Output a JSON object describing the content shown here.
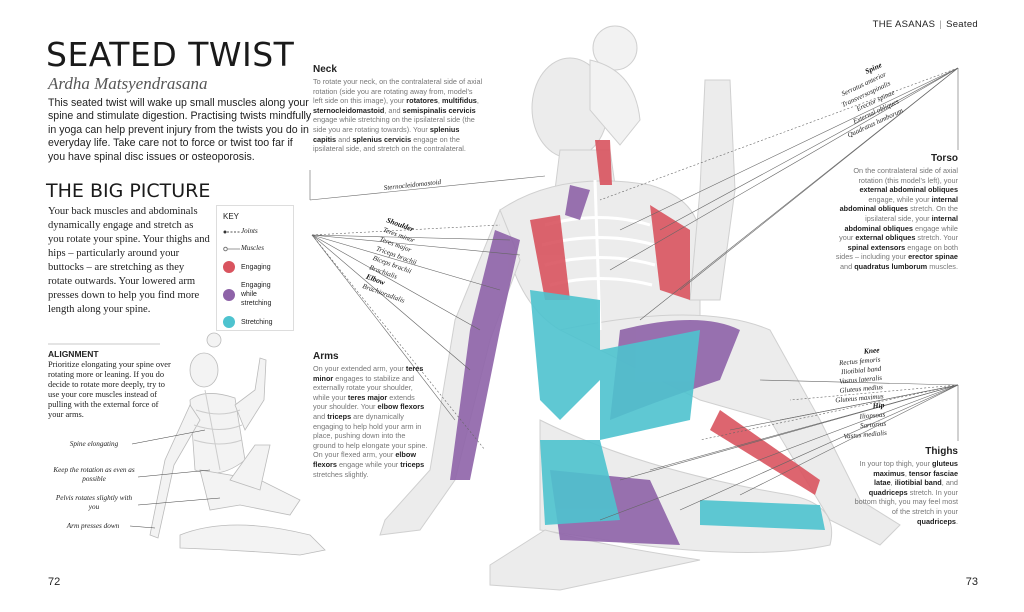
{
  "header": {
    "section": "THE ASANAS",
    "subsection": "Seated"
  },
  "title": "SEATED TWIST",
  "subtitle": "Ardha Matsyendrasana",
  "intro": "This seated twist will wake up small muscles along your spine and stimulate digestion. Practising twists mindfully in yoga can help prevent injury from the twists you do in everyday life. Take care not to force or twist too far if you have spinal disc issues or osteoporosis.",
  "big_picture": {
    "heading": "THE BIG PICTURE",
    "body": "Your back muscles and abdominals dynamically engage and stretch as you rotate your spine. Your thighs and hips – particularly around your buttocks – are stretching as they rotate outwards. Your lowered arm presses down to help you find more length along your spine."
  },
  "key": {
    "title": "KEY",
    "items": [
      {
        "label": "Joints",
        "style": "dashed-dot"
      },
      {
        "label": "Muscles",
        "style": "line-circle"
      },
      {
        "label": "Engaging",
        "color": "#d9545f"
      },
      {
        "label": "Engaging while stretching",
        "color": "#8e63a8"
      },
      {
        "label": "Stretching",
        "color": "#4ec3cf"
      }
    ]
  },
  "alignment": {
    "heading": "ALIGNMENT",
    "body": "Prioritize elongating your spine over rotating more or leaning. If you do decide to rotate more deeply, try to use your core muscles instead of pulling with the external force of your arms.",
    "captions": [
      "Spine elongating",
      "Keep the rotation as even as possible",
      "Pelvis rotates slightly with you",
      "Arm presses down"
    ]
  },
  "neck": {
    "heading": "Neck",
    "body": [
      [
        "To rotate your neck, on the contralateral side of axial rotation (side you are rotating away from, model's left side on this image), your ",
        0
      ],
      [
        "rotatores",
        1
      ],
      [
        ", ",
        0
      ],
      [
        "multifidus",
        1
      ],
      [
        ", ",
        0
      ],
      [
        "sternocleidomastoid",
        1
      ],
      [
        ", and ",
        0
      ],
      [
        "semispinalis cervicis",
        1
      ],
      [
        " engage while stretching on the ipsilateral side (the side you are rotating towards). Your ",
        0
      ],
      [
        "splenius capitis",
        1
      ],
      [
        " and ",
        0
      ],
      [
        "splenius cervicis",
        1
      ],
      [
        " engage on the ipsilateral side, and stretch on the contralateral.",
        0
      ]
    ],
    "labels": [
      "Sternocleidomastoid"
    ]
  },
  "arms": {
    "heading": "Arms",
    "body": [
      [
        "On your extended arm, your ",
        0
      ],
      [
        "teres minor",
        1
      ],
      [
        " engages to stabilize and externally rotate your shoulder, while your ",
        0
      ],
      [
        "teres major",
        1
      ],
      [
        " extends your shoulder. Your ",
        0
      ],
      [
        "elbow flexors",
        1
      ],
      [
        " and ",
        0
      ],
      [
        "triceps",
        1
      ],
      [
        " are dynamically engaging to help hold your arm in place, pushing down into the ground to help elongate your spine. On your flexed arm, your ",
        0
      ],
      [
        "elbow flexors",
        1
      ],
      [
        " engage while your ",
        0
      ],
      [
        "triceps",
        1
      ],
      [
        " stretches slightly.",
        0
      ]
    ],
    "labels": [
      "Shoulder",
      "Teres minor",
      "Teres major",
      "Triceps brachii",
      "Biceps brachii",
      "Brachialis",
      "Elbow",
      "Brachioradialis"
    ]
  },
  "torso": {
    "heading": "Torso",
    "body": [
      [
        "On the contralateral side of axial rotation (this model's left), your ",
        0
      ],
      [
        "external abdominal obliques",
        1
      ],
      [
        " engage, while your ",
        0
      ],
      [
        "internal abdominal obliques",
        1
      ],
      [
        " stretch. On the ipsilateral side, your ",
        0
      ],
      [
        "internal abdominal obliques",
        1
      ],
      [
        " engage while your ",
        0
      ],
      [
        "external obliques",
        1
      ],
      [
        " stretch.  Your ",
        0
      ],
      [
        "spinal extensors",
        1
      ],
      [
        " engage on both sides – including your ",
        0
      ],
      [
        "erector spinae",
        1
      ],
      [
        " and ",
        0
      ],
      [
        "quadratus lumborum",
        1
      ],
      [
        " muscles.",
        0
      ]
    ],
    "labels": [
      "Spine",
      "Serratus anterior",
      "Transversospinalis",
      "Erector spinae",
      "External obliques",
      "Quadratus lumborum"
    ]
  },
  "thighs": {
    "heading": "Thighs",
    "body": [
      [
        "In your top thigh, your ",
        0
      ],
      [
        "gluteus maximus",
        1
      ],
      [
        ", ",
        0
      ],
      [
        "tensor fasciae latae",
        1
      ],
      [
        ",  ",
        0
      ],
      [
        "iliotibial band",
        1
      ],
      [
        ", and ",
        0
      ],
      [
        "quadriceps",
        1
      ],
      [
        " stretch. In your bottom thigh, you may feel most of the stretch in your ",
        0
      ],
      [
        "quadriceps",
        1
      ],
      [
        ".",
        0
      ]
    ],
    "labels": [
      "Knee",
      "Rectus femoris",
      "Iliotibial band",
      "Vastus lateralis",
      "Gluteus medius",
      "Gluteus maximus",
      "Hip",
      "Iliopsoas",
      "Sartorius",
      "Vastus medialis"
    ]
  },
  "page_numbers": {
    "left": "72",
    "right": "73"
  },
  "colors": {
    "engaging": "#d9545f",
    "engaging_stretching": "#8e63a8",
    "stretching": "#4ec3cf",
    "skin": "#e6e6e6"
  }
}
